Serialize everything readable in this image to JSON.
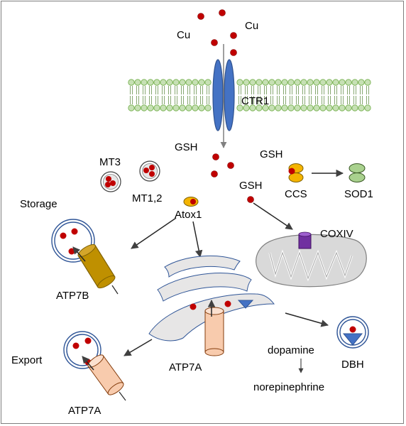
{
  "labels": {
    "cu_left": "Cu",
    "cu_right": "Cu",
    "ctr1": "CTR1",
    "gsh_center": "GSH",
    "gsh_right": "GSH",
    "gsh_lower": "GSH",
    "mt3": "MT3",
    "mt12": "MT1,2",
    "storage": "Storage",
    "atox1": "Atox1",
    "ccs": "CCS",
    "sod1": "SOD1",
    "coxiv": "COXIV",
    "atp7b": "ATP7B",
    "atp7a_golgi": "ATP7A",
    "export": "Export",
    "atp7a_export": "ATP7A",
    "dopamine": "dopamine",
    "norepinephrine": "norepinephrine",
    "dbh": "DBH"
  },
  "colors": {
    "copper": "#c00000",
    "membrane_head": "#c6e0b4",
    "membrane_head_stroke": "#70ad47",
    "ctr1": "#4472c4",
    "atox1": "#f4b400",
    "ccs": "#f4b400",
    "sod1": "#a9d18e",
    "mito": "#d9d9d9",
    "coxiv": "#7030a0",
    "atp7b": "#bf9000",
    "atp7a": "#f8cbad",
    "golgi": "#d9d9d9",
    "vesicle": "#2f5597",
    "dbh_triangle": "#4472c4"
  }
}
